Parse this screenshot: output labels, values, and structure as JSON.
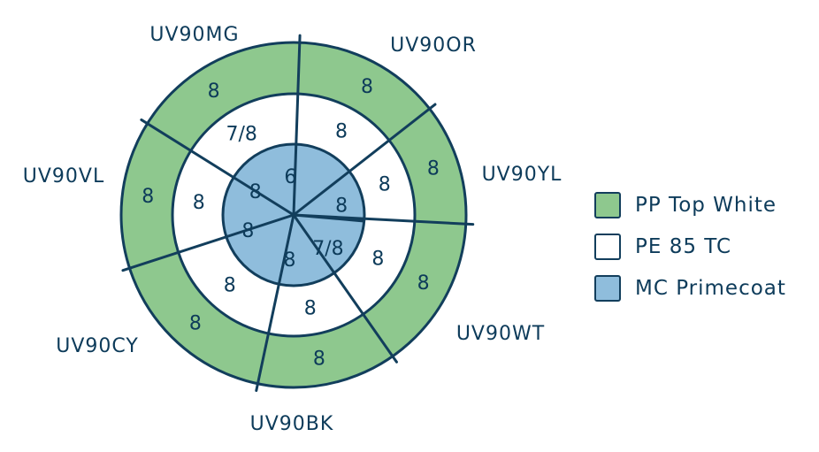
{
  "colors": {
    "outline": "#123e5c",
    "text": "#0d3b5a",
    "green": "#8ec88e",
    "white": "#ffffff",
    "blue": "#8fbddc"
  },
  "segments": [
    {
      "label": "UV90OR",
      "outer": "8",
      "middle": "8"
    },
    {
      "label": "UV90YL",
      "outer": "8",
      "middle": "8"
    },
    {
      "label": "UV90WT",
      "outer": "8",
      "middle": "8"
    },
    {
      "label": "UV90BK",
      "outer": "8",
      "middle": "8"
    },
    {
      "label": "UV90CY",
      "outer": "8",
      "middle": "8"
    },
    {
      "label": "UV90VL",
      "outer": "8",
      "middle": "8"
    },
    {
      "label": "UV90MG",
      "outer": "8",
      "middle": "7/8"
    }
  ],
  "inner_values": [
    "6",
    "8",
    "7/8",
    "8",
    "8",
    "8"
  ],
  "legend": [
    {
      "label": "PP Top White",
      "swatch": "green"
    },
    {
      "label": "PE 85 TC",
      "swatch": "white"
    },
    {
      "label": "MC Primecoat",
      "swatch": "blue"
    }
  ]
}
